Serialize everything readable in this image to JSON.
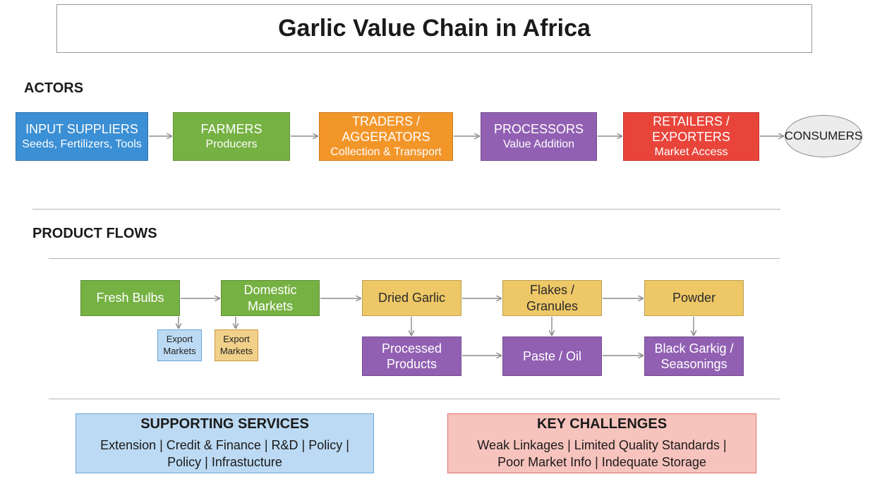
{
  "title": "Garlic Value Chain in Africa",
  "sections": {
    "actors": "ACTORS",
    "product_flows": "PRODUCT FLOWS"
  },
  "actors": [
    {
      "title": "INPUT SUPPLIERS",
      "subtitle": "Seeds, Fertilizers, Tools",
      "color": "#3b8fd4"
    },
    {
      "title": "FARMERS",
      "subtitle": "Producers",
      "color": "#76b143"
    },
    {
      "title": "TRADERS / AGGERATORS",
      "subtitle": "Collection & Transport",
      "color": "#f3962a"
    },
    {
      "title": "PROCESSORS",
      "subtitle": "Value Addition",
      "color": "#9160b2"
    },
    {
      "title": "RETAILERS / EXPORTERS",
      "subtitle": "Market Access",
      "color": "#e8443a"
    }
  ],
  "consumers": "CONSUMERS",
  "product_flows": {
    "fresh_bulbs": "Fresh Bulbs",
    "domestic_markets": "Domestic Markets",
    "dried_garlic": "Dried Garlic",
    "flakes_granules": "Flakes / Granules",
    "powder": "Powder",
    "export_markets_1": "Export Markets",
    "export_markets_2": "Export Markets",
    "processed_products": "Processed Products",
    "paste_oil": "Paste / Oil",
    "black_garlic": "Black Garkig / Seasonings"
  },
  "supporting_services": {
    "heading": "SUPPORTING SERVICES",
    "line1": "Extension | Credit & Finance | R&D | Policy |",
    "line2": "Policy | Infrastucture"
  },
  "key_challenges": {
    "heading": "KEY CHALLENGES",
    "line1": "Weak Linkages | Limited Quality Standards |",
    "line2": "Poor Market Info | Indequate Storage"
  }
}
